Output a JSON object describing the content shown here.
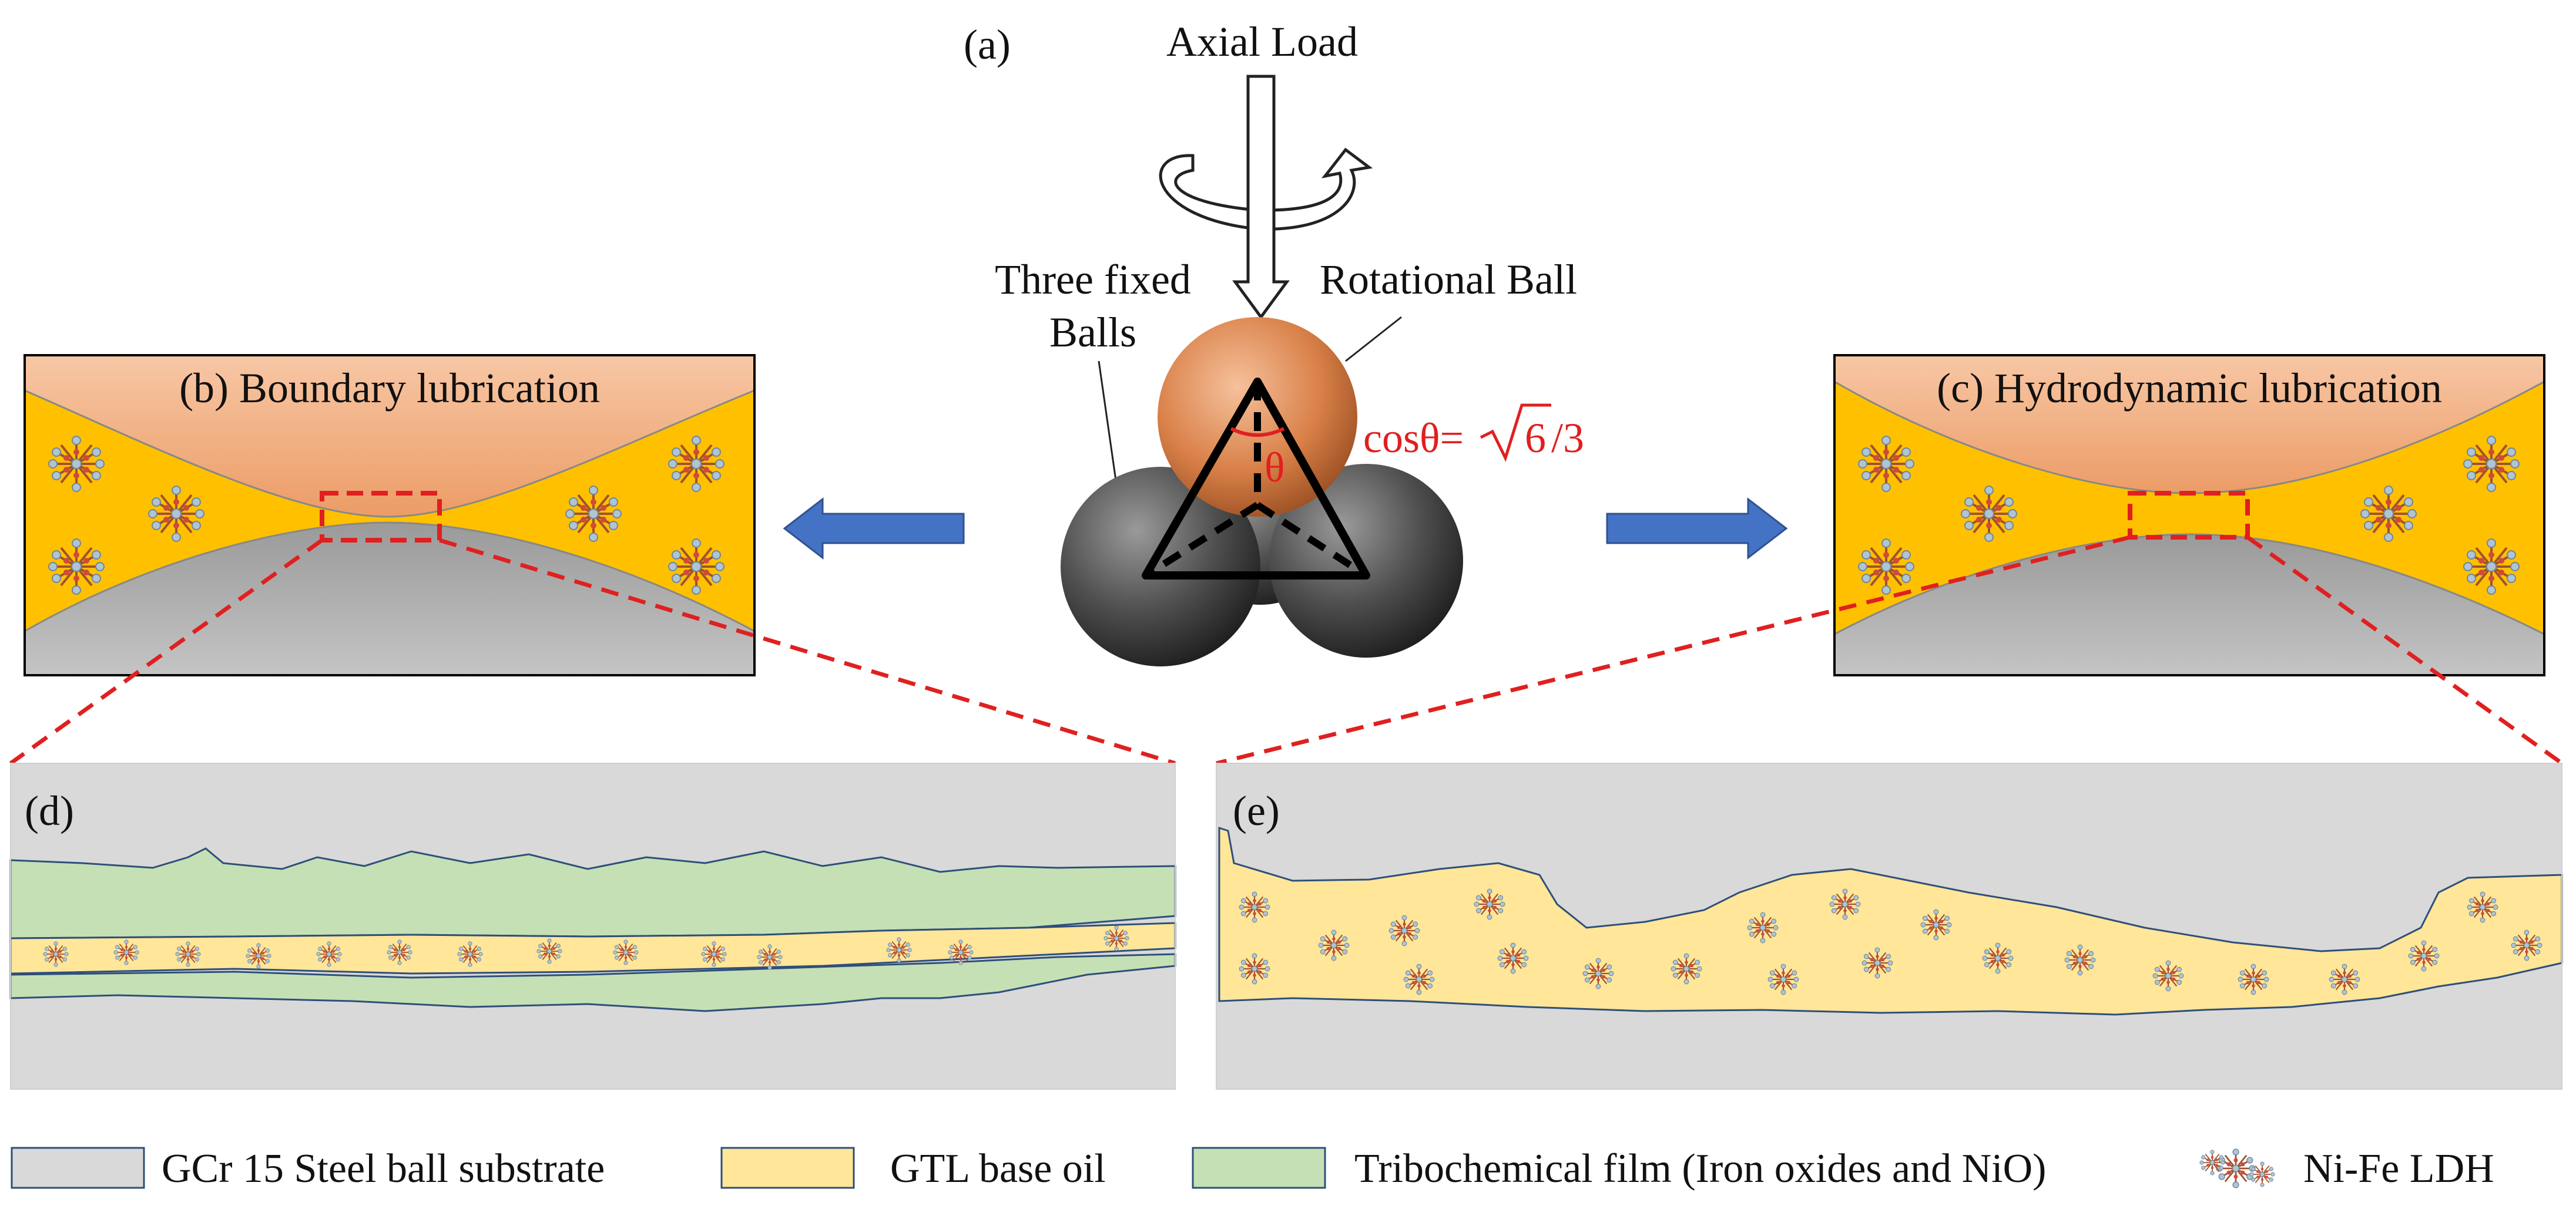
{
  "panels": {
    "a": {
      "tag": "(a)",
      "axial_load": "Axial Load",
      "three_fixed_1": "Three fixed",
      "three_fixed_2": "Balls",
      "rotational_ball": "Rotational Ball",
      "theta": "θ",
      "cos_prefix": "cosθ=",
      "cos_six": "6",
      "cos_suffix": "/3"
    },
    "b": {
      "title": "(b) Boundary lubrication"
    },
    "c": {
      "title": "(c) Hydrodynamic lubrication"
    },
    "d": {
      "tag": "(d)"
    },
    "e": {
      "tag": "(e)"
    }
  },
  "legend": [
    {
      "label": "GCr 15 Steel ball substrate",
      "color": "#d9d9d9"
    },
    {
      "label": "GTL base oil",
      "color": "#ffe699"
    },
    {
      "label": "Tribochemical film (Iron oxides and NiO)",
      "color": "#c5e0b4"
    },
    {
      "label": "Ni-Fe LDH",
      "icon": "ldh-crystal-icon"
    }
  ],
  "colors": {
    "steel": "#d9d9d9",
    "oil": "#ffe699",
    "film": "#c5e0b4",
    "lubricant_box": "#ffc000",
    "upper_surface": "#f4b183",
    "lower_surface": "#a6a6a6",
    "arrow": "#4472c4",
    "highlight": "#e02020"
  }
}
